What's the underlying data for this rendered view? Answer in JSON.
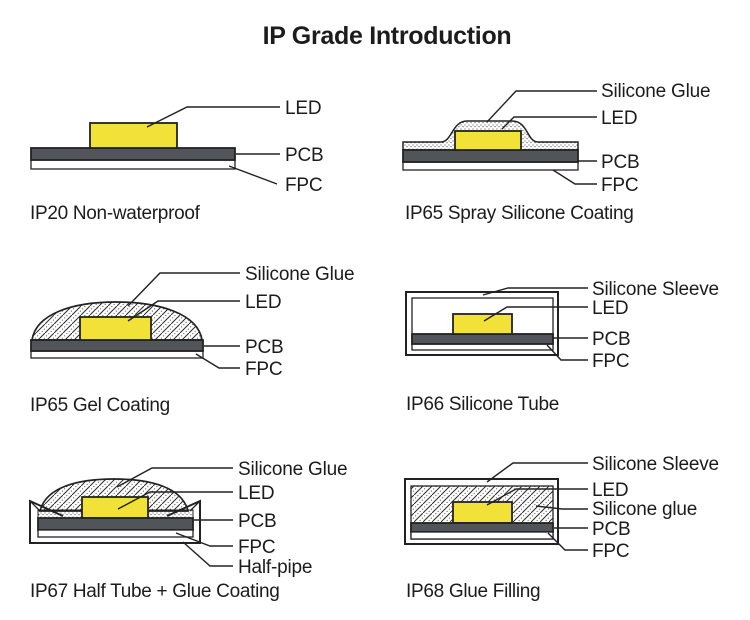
{
  "title": "IP Grade Introduction",
  "colors": {
    "led": "#F2E136",
    "pcb": "#515458",
    "outline": "#222222",
    "text": "#1C1C1C",
    "background": "#FFFFFF"
  },
  "diagrams": [
    {
      "id": "ip20",
      "caption": "IP20 Non-waterproof",
      "labels": [
        "LED",
        "PCB",
        "FPC"
      ]
    },
    {
      "id": "ip65-spray",
      "caption": "IP65 Spray Silicone Coating",
      "labels": [
        "Silicone Glue",
        "LED",
        "PCB",
        "FPC"
      ]
    },
    {
      "id": "ip65-gel",
      "caption": "IP65 Gel Coating",
      "labels": [
        "Silicone Glue",
        "LED",
        "PCB",
        "FPC"
      ]
    },
    {
      "id": "ip66",
      "caption": "IP66 Silicone Tube",
      "labels": [
        "Silicone Sleeve",
        "LED",
        "PCB",
        "FPC"
      ]
    },
    {
      "id": "ip67",
      "caption": "IP67 Half Tube + Glue Coating",
      "labels": [
        "Silicone Glue",
        "LED",
        "PCB",
        "FPC",
        "Half-pipe"
      ]
    },
    {
      "id": "ip68",
      "caption": "IP68 Glue Filling",
      "labels": [
        "Silicone Sleeve",
        "LED",
        "Silicone glue",
        "PCB",
        "FPC"
      ]
    }
  ]
}
